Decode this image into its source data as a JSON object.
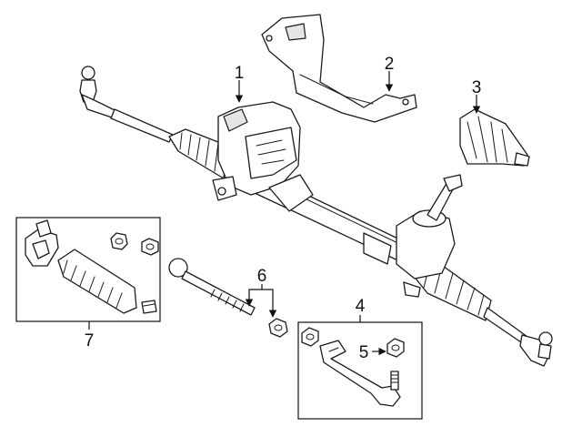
{
  "callouts": {
    "c1": "1",
    "c2": "2",
    "c3": "3",
    "c4": "4",
    "c5": "5",
    "c6": "6",
    "c7": "7"
  },
  "colors": {
    "line": "#1a1a1a",
    "fill": "#ffffff",
    "shade": "#e6e6e6"
  }
}
